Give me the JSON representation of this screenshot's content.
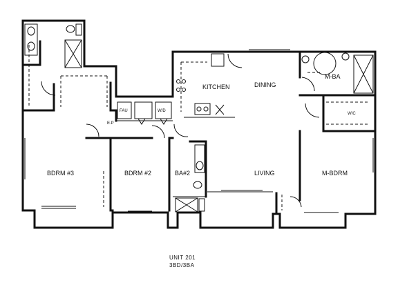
{
  "rooms": {
    "kitchen": "KITCHEN",
    "dining": "DINING",
    "master_bath": "M-BA",
    "wic": "WIC",
    "fau": "FAU",
    "wd": "W/D",
    "ep": "E.P",
    "bedroom3": "BDRM #3",
    "bedroom2": "BDRM #2",
    "bath2": "BA#2",
    "living": "LIVING",
    "master_bedroom": "M-BDRM"
  },
  "caption": {
    "unit": "UNIT 201",
    "type": "3BD/3BA"
  }
}
